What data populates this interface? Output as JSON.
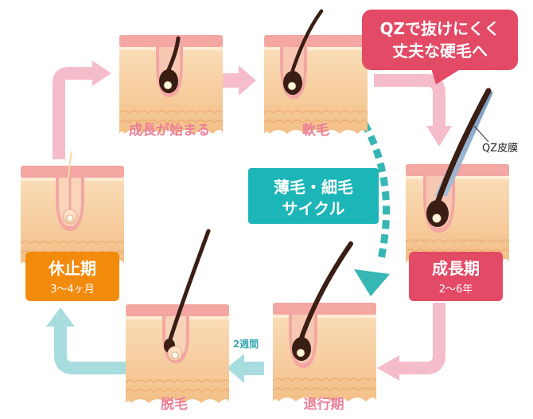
{
  "stages": {
    "growth_start": {
      "label": "成長が始まる"
    },
    "vellus": {
      "label": "軟毛"
    },
    "anagen": {
      "title": "成長期",
      "duration": "2～6年"
    },
    "catagen": {
      "label": "退行期"
    },
    "shedding": {
      "label": "脱毛"
    },
    "telogen": {
      "title": "休止期",
      "duration": "3～4ヶ月"
    }
  },
  "callout": {
    "line1": "QZで抜けにくく",
    "line2": "丈夫な硬毛へ"
  },
  "qz_membrane_label": "QZ皮膜",
  "thinning_cycle": {
    "line1": "薄毛・細毛",
    "line2": "サイクル"
  },
  "two_weeks_label": "2週間",
  "colors": {
    "pink_label": "#ec7f9a",
    "red_badge": "#e34a66",
    "orange_badge": "#f28b0c",
    "teal_box": "#1cb5b8",
    "teal_dashed_arrow": "#36b6b4",
    "light_pink_arrow": "#f5bccb",
    "light_blue_arrow": "#a8dde0",
    "hair_dark": "#3a1e14"
  }
}
